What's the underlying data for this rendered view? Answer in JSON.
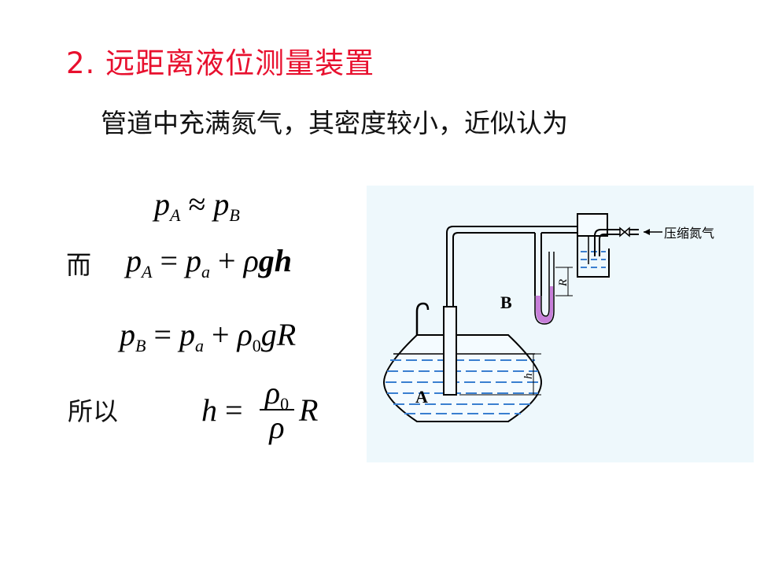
{
  "title": "2. 远距离液位测量装置",
  "intro": "管道中充满氮气，其密度较小，近似认为",
  "labels": {
    "er": "而",
    "suoyi": "所以"
  },
  "diagram": {
    "label_compressed_nitrogen": "压缩氮气",
    "label_A": "A",
    "label_B": "B",
    "label_R": "R",
    "label_h": "h",
    "liquid_color": "#3a7fd0",
    "manometer_color": "#c77fd9"
  }
}
